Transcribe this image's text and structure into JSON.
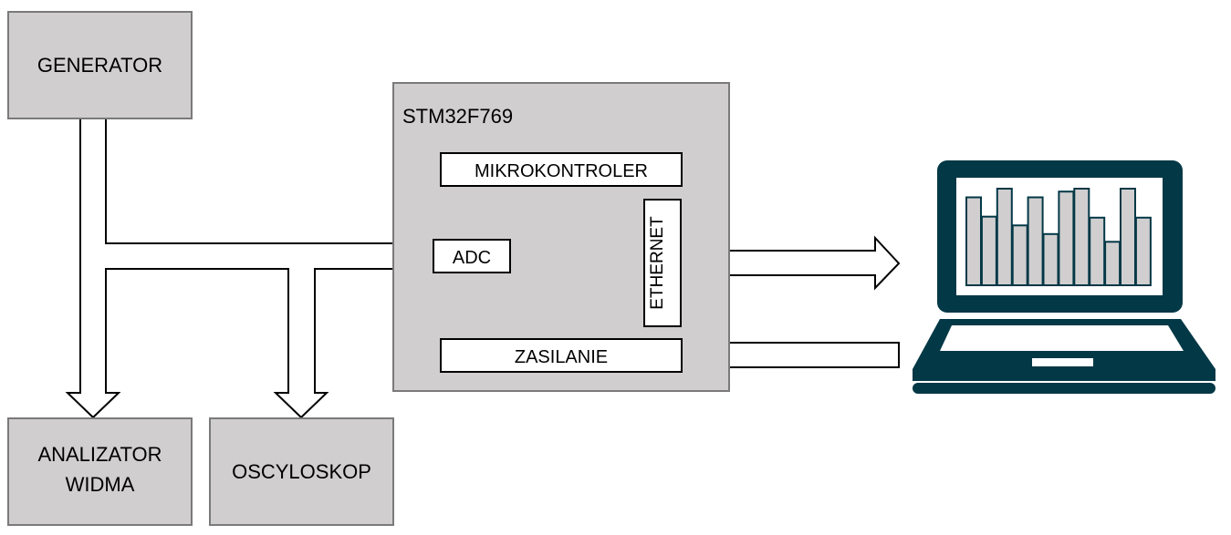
{
  "blocks": {
    "generator": "GENERATOR",
    "analyzer_line1": "ANALIZATOR",
    "analyzer_line2": "WIDMA",
    "oscilloscope": "OSCYLOSKOP",
    "board_title": "STM32F769",
    "microcontroller": "MIKROKONTROLER",
    "adc": "ADC",
    "ethernet": "ETHERNET",
    "power": "ZASILANIE"
  },
  "laptop": {
    "icon": "laptop-icon",
    "color": "#033846",
    "bar_levels": [
      0.91,
      0.71,
      1.0,
      0.62,
      0.91,
      0.53,
      0.97,
      1.0,
      0.7,
      0.45,
      1.0,
      0.7
    ]
  },
  "colors": {
    "block_fill": "#d0cecf",
    "block_border": "#7a7a7a",
    "inner_block_fill": "#ffffff",
    "laptop": "#033846"
  }
}
